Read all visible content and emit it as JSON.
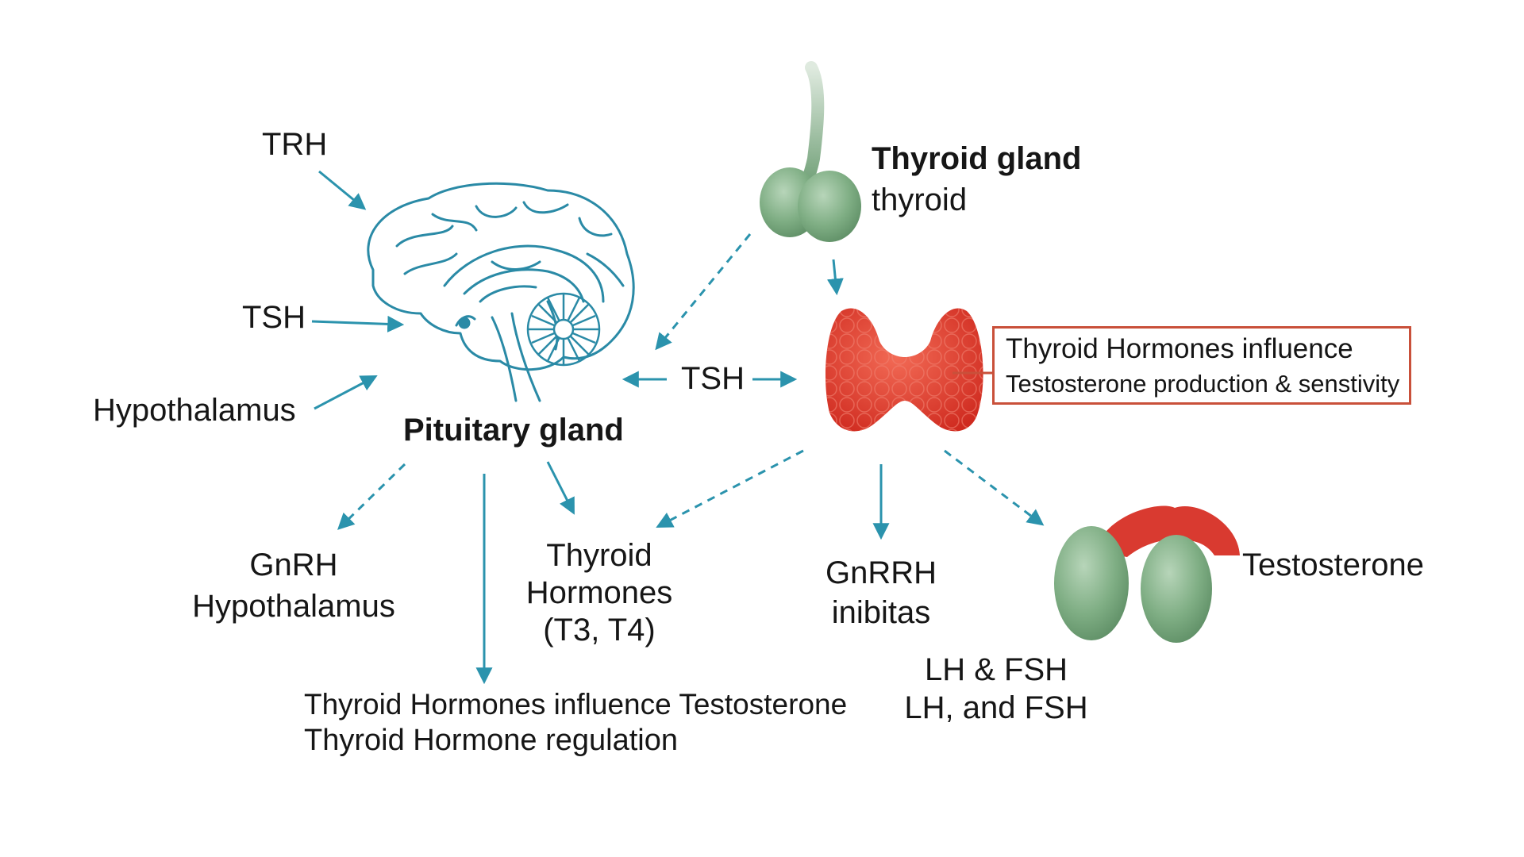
{
  "labels": {
    "trh": "TRH",
    "tsh_left": "TSH",
    "hypothalamus_left": "Hypothalamus",
    "pituitary_gland": "Pituitary gland",
    "tsh_center": "TSH",
    "thyroid_gland_title": "Thyroid gland",
    "thyroid_gland_sub": "thyroid",
    "gnrh_line1": "GnRH",
    "gnrh_line2": "Hypothalamus",
    "thyroid_hormones_line1": "Thyroid",
    "thyroid_hormones_line2": "Hormones",
    "thyroid_hormones_line3": "(T3, T4)",
    "gnrrh_line1": "GnRRH",
    "gnrrh_line2": "inibitas",
    "testosterone": "Testosterone",
    "lh_fsh_line1": "LH & FSH",
    "lh_fsh_line2": "LH, and FSH",
    "bottom_line1": "Thyroid Hormones influence Testosterone",
    "bottom_line2": "Thyroid Hormone regulation"
  },
  "info_box": {
    "line1": "Thyroid Hormones influence",
    "line2": "Testosterone production & senstivity"
  },
  "colors": {
    "arrow": "#2b93ad",
    "brain": "#2a8aa6",
    "gland_green": "#7fae84",
    "thyroid_red": "#e0392b",
    "box_border": "#c9503a"
  },
  "icons": [
    "brain-icon",
    "pituitary-gland-icon",
    "thyroid-icon",
    "testes-icon"
  ]
}
